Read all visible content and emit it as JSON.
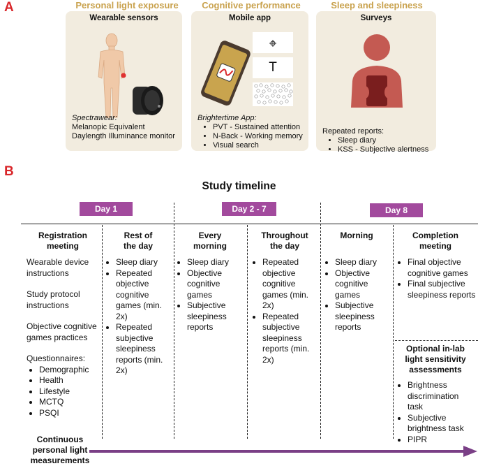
{
  "panel_a": {
    "letter": "A",
    "categories": [
      {
        "title": "Personal light exposure",
        "card_title": "Wearable sensors",
        "italic_label": "Spectrawear:",
        "lines": [
          "Melanopic Equivalent",
          "Daylength Illuminance monitor"
        ],
        "icon": "human-figure-with-wrist-sensor-icon"
      },
      {
        "title": "Cognitive performance",
        "card_title": "Mobile app",
        "italic_label": "Brightertime App:",
        "items": [
          "PVT - Sustained attention",
          "N-Back - Working memory",
          "Visual search"
        ],
        "screen_letter": "T",
        "icon": "smartphone-icon"
      },
      {
        "title": "Sleep and sleepiness",
        "card_title": "Surveys",
        "label": "Repeated reports:",
        "items": [
          "Sleep diary",
          "KSS - Subjective alertness"
        ],
        "icon": "person-with-tablet-icon"
      }
    ]
  },
  "panel_b": {
    "letter": "B",
    "title": "Study timeline",
    "days": [
      "Day 1",
      "Day 2 - 7",
      "Day 8"
    ],
    "columns": [
      {
        "heading": [
          "Registration",
          "meeting"
        ],
        "paragraphs": [
          "Wearable device instructions",
          "Study protocol instructions",
          "Objective cognitive games practices"
        ],
        "list_label": "Questionnaires:",
        "items": [
          "Demographic",
          "Health",
          "Lifestyle",
          "MCTQ",
          "PSQI"
        ]
      },
      {
        "heading": [
          "Rest of",
          "the day"
        ],
        "items": [
          "Sleep diary",
          "Repeated objective cognitive games (min. 2x)",
          "Repeated subjective sleepiness reports (min. 2x)"
        ]
      },
      {
        "heading": [
          "Every",
          "morning"
        ],
        "items": [
          "Sleep diary",
          "Objective cognitive games",
          "Subjective sleepiness reports"
        ]
      },
      {
        "heading": [
          "Throughout",
          "the day"
        ],
        "items": [
          "Repeated objective cognitive games (min. 2x)",
          "Repeated subjective sleepiness reports (min. 2x)"
        ]
      },
      {
        "heading": [
          "Morning"
        ],
        "items": [
          "Sleep diary",
          "Objective cognitive games",
          "Subjective sleepiness reports"
        ]
      },
      {
        "heading": [
          "Completion",
          "meeting"
        ],
        "items": [
          "Final objective cognitive games",
          "Final subjective sleepiness reports"
        ]
      }
    ],
    "optional": {
      "heading": [
        "Optional in-lab",
        "light sensitivity",
        "assessments"
      ],
      "items": [
        "Brightness discrimination task",
        "Subjective brightness task",
        "PIPR"
      ]
    },
    "continuous": [
      "Continuous",
      "personal light",
      "measurements"
    ]
  },
  "colors": {
    "panel_letter": "#d9262a",
    "category_title": "#c9a24e",
    "card_bg": "#f2ecdf",
    "day_label_bg": "#a24a9d",
    "arrow": "#7a3f86",
    "figure_skin": "#f0c9a8",
    "survey_person": "#c45a52",
    "tablet": "#7a1e1e"
  }
}
